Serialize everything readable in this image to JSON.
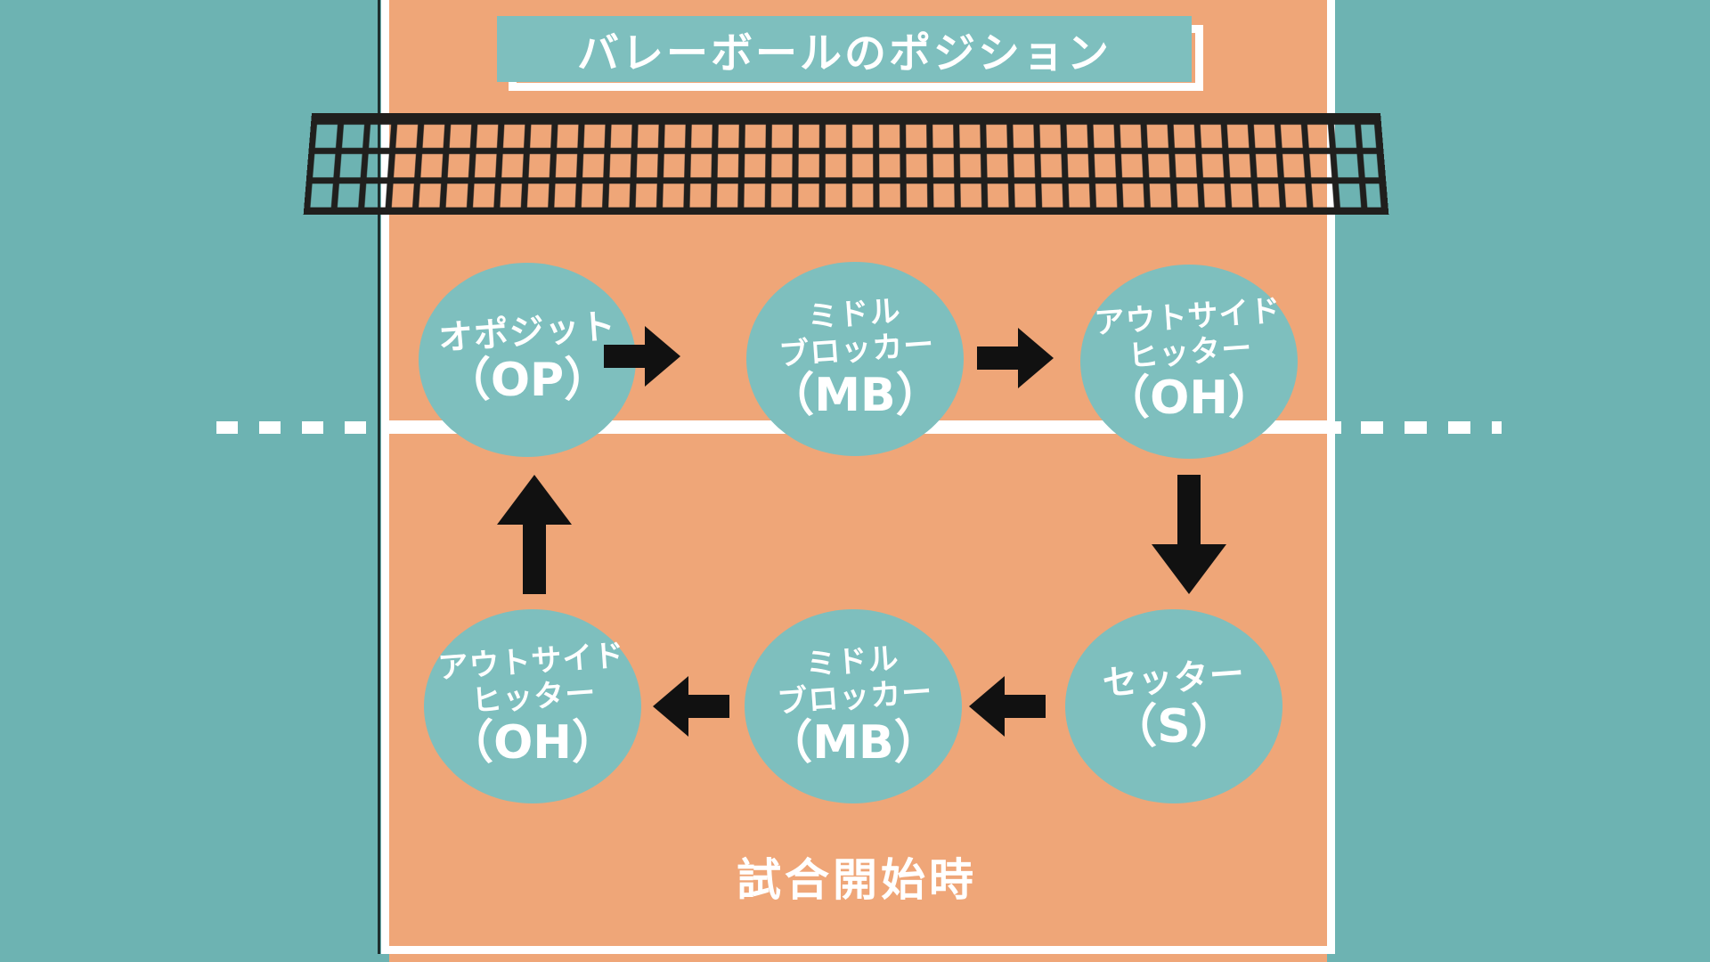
{
  "palette": {
    "background_teal": "#6DB3B2",
    "court_orange": "#EFA678",
    "accent_teal": "#7EBFBE",
    "line_white": "#FFFFFF",
    "net_black": "#201F1D"
  },
  "title": "バレーボールのポジション",
  "caption": "試合開始時",
  "rotation": {
    "top_left": {
      "lines": [
        "オポジット"
      ],
      "abbr": "（OP）"
    },
    "top_middle": {
      "lines": [
        "ミドル",
        "ブロッカー"
      ],
      "abbr": "（MB）"
    },
    "top_right": {
      "lines": [
        "アウトサイド",
        "ヒッター"
      ],
      "abbr": "（OH）"
    },
    "bottom_right": {
      "lines": [
        "セッター"
      ],
      "abbr": "（S）"
    },
    "bottom_middle": {
      "lines": [
        "ミドル",
        "ブロッカー"
      ],
      "abbr": "（MB）"
    },
    "bottom_left": {
      "lines": [
        "アウトサイド",
        "ヒッター"
      ],
      "abbr": "（OH）"
    }
  }
}
